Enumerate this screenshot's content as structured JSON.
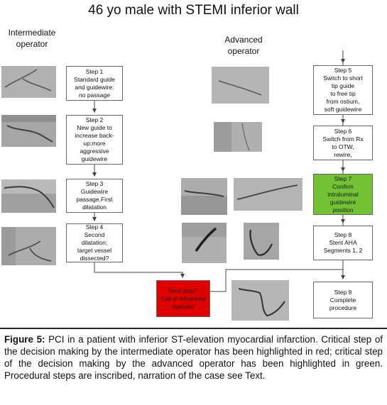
{
  "title": "46 yo male with STEMI inferior wall",
  "headers": {
    "intermediate": "Intermediate\noperator",
    "advanced": "Advanced\noperator"
  },
  "steps": {
    "step1": "Step 1\nStandard guide\nand guidewire:\nno passage",
    "step2": "Step 2\nNew guide to\nincrease back-\nup;more\naggressive\nguidewire",
    "step3": "Step 3\nGuidewire\npassage,First\ndilatation",
    "step4": "Step 4\nSecond\ndilatation;\ntarget vessel\ndissected?",
    "next": "Next step?\nCall in advanced\noperator",
    "step5": "Step 5\nSwitch to short\ntip guide\nto free tip\nfrom ostium,\nsoft guidewire",
    "step6": "Step 6\nSwitch from Rx\nto OTW,\nrewire,",
    "step7": "Step 7\nConfirm\nintraluminal\nguidewire\nposition",
    "step8": "Step 8\nStent AHA\nSegments 1, 2",
    "step9": "Step 9\nComplete\nprocedure"
  },
  "caption": {
    "label": "Figure 5:",
    "text": " PCI in a patient with inferior ST-elevation myocardial infarction. Critical step of the decision making by the intermediate operator has been highlighted in red; critical step of the decision making by the advanced operator has been highlighted in green. Procedural steps are inscribed, narration of the case see Text."
  },
  "colors": {
    "critical_intermediate": "#e00000",
    "critical_advanced": "#72c234"
  }
}
